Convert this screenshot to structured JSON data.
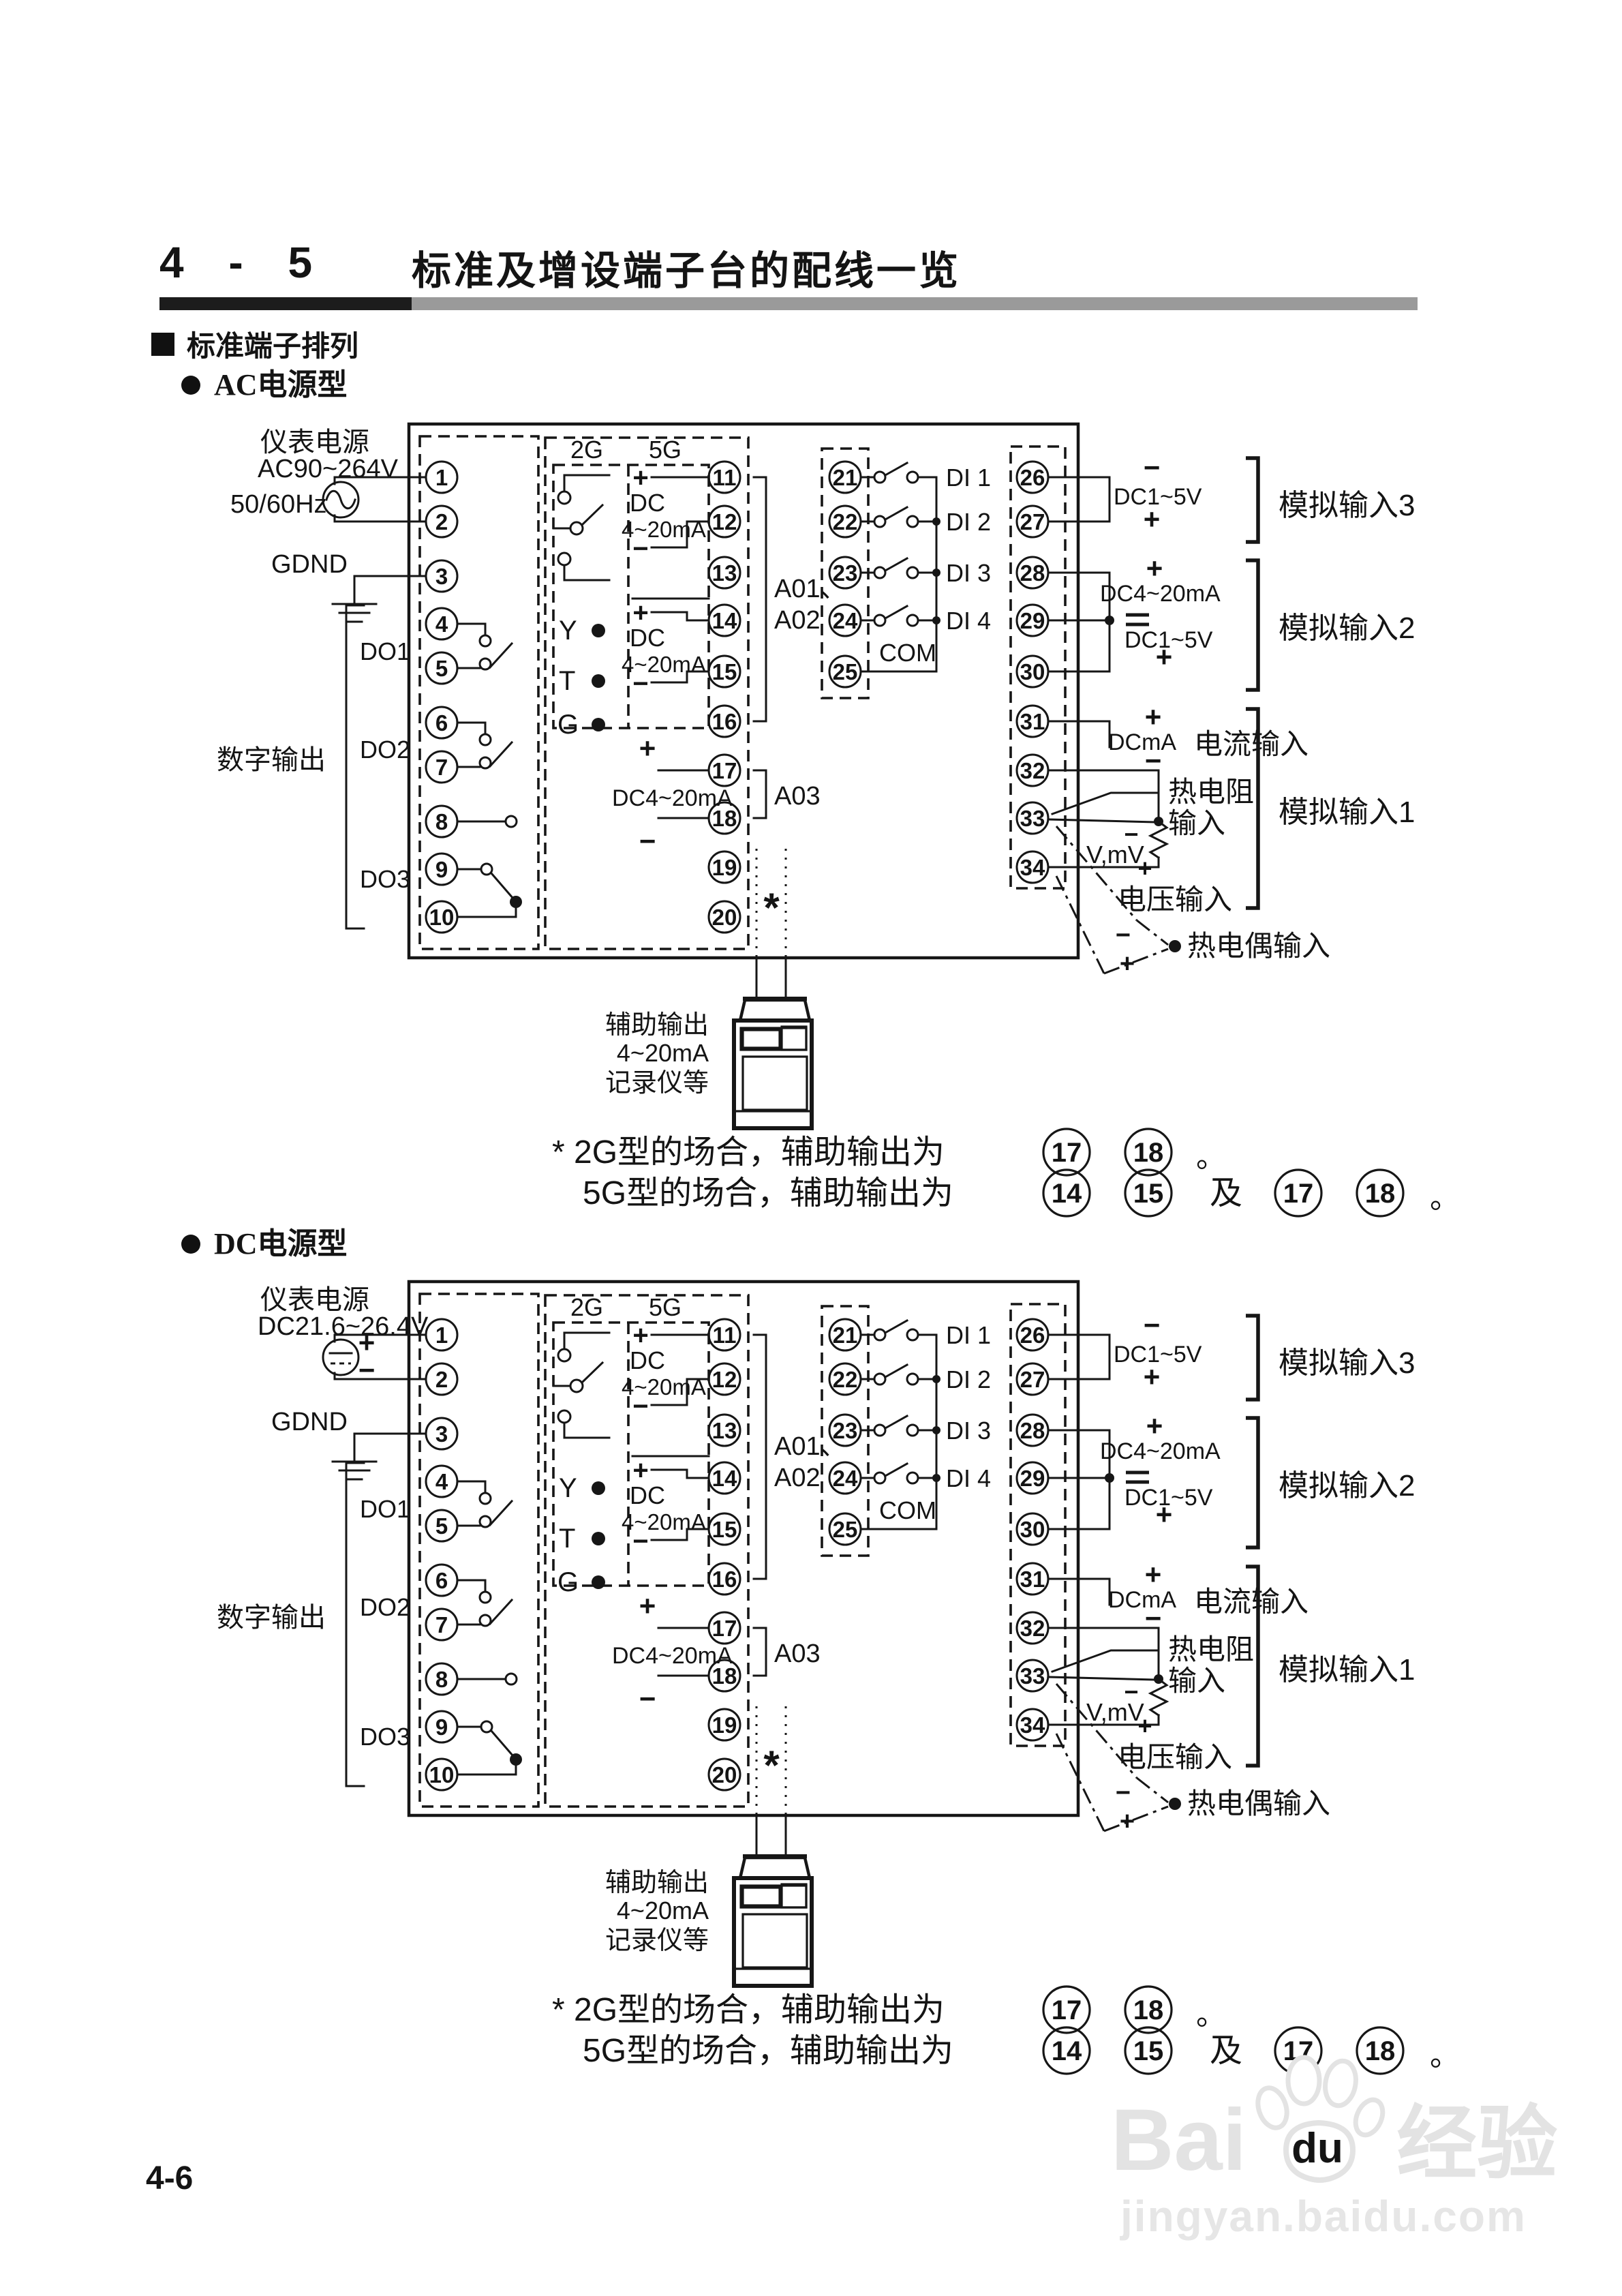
{
  "page": {
    "section_number": "4 - 5",
    "title": "标准及增设端子台的配线一览",
    "subsection_marker": "■",
    "subsection": "标准端子排列",
    "bullet": "●",
    "page_number": "4-6"
  },
  "watermark": {
    "word1": "Bai",
    "word2": "du",
    "word3": "经验",
    "url": "jingyan.baidu.com"
  },
  "diagrams": [
    {
      "heading": "AC电源型",
      "power_title": "仪表电源",
      "power_range": "AC90~264V",
      "power_freq": "50/60Hz",
      "source": "ac"
    },
    {
      "heading": "DC电源型",
      "power_title": "仪表电源",
      "power_range": "DC21.6~26.4V",
      "power_freq": "",
      "source": "dc"
    }
  ],
  "diagram": {
    "gdnd": "GDND",
    "digital_output": "数字输出",
    "do1": "DO1",
    "do2": "DO2",
    "do3": "DO3",
    "t_left": [
      "1",
      "2",
      "3",
      "4",
      "5",
      "6",
      "7",
      "8",
      "9",
      "10"
    ],
    "t_mid": [
      "11",
      "12",
      "13",
      "14",
      "15",
      "16",
      "17",
      "18",
      "19",
      "20"
    ],
    "t_di": [
      "21",
      "22",
      "23",
      "24",
      "25"
    ],
    "t_right": [
      "26",
      "27",
      "28",
      "29",
      "30",
      "31",
      "32",
      "33",
      "34"
    ],
    "g2": "2G",
    "g5": "5G",
    "dc": "DC",
    "r420": "4~20mA",
    "y": "Y",
    "t": "T",
    "g": "G",
    "a0102a": "A01、",
    "a0102b": "A02",
    "a03": "A03",
    "dc420": "DC4~20mA",
    "di": [
      "DI 1",
      "DI 2",
      "DI 3",
      "DI 4"
    ],
    "com": "COM",
    "dc15": "DC1~5V",
    "dcma": "DCmA",
    "vmv": "V,mV",
    "plus": "+",
    "minus": "−",
    "asterisk": "*",
    "current_input": "电流输入",
    "rtd1": "热电阻",
    "rtd2": "输入",
    "voltage_input": "电压输入",
    "tc_input": "热电偶输入",
    "ai3": "模拟输入3",
    "ai2": "模拟输入2",
    "ai1": "模拟输入1",
    "aux1": "辅助输出",
    "aux2": "4~20mA",
    "aux3": "记录仪等",
    "note1_pre": "* 2G型的场合，辅助输出为",
    "note1_c": [
      "17",
      "18"
    ],
    "note1_end": "。",
    "note2_pre": "5G型的场合，辅助输出为",
    "note2_c1": [
      "14",
      "15"
    ],
    "note2_mid": "及",
    "note2_c2": [
      "17",
      "18"
    ],
    "note2_end": "。"
  }
}
